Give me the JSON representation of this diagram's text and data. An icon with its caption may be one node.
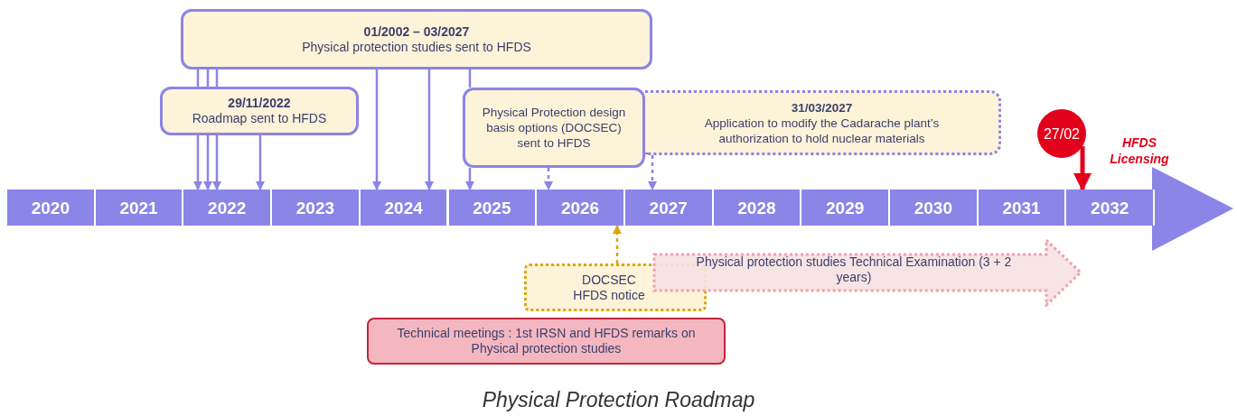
{
  "diagram": {
    "caption": "Physical Protection Roadmap",
    "nodes": [
      {
        "text": [
          "01/2002 – 03/2027",
          "Physical protection studies sent to HFDS"
        ]
      },
      {
        "text": [
          "29/11/2022",
          "Roadmap sent to HFDS"
        ]
      },
      {
        "text": [
          "Physical Protection design basis options (DOCSEC) sent to HFDS"
        ]
      },
      {
        "text": [
          "31/03/2027",
          "Application to modify the Cadarache plant’s authorization to hold nuclear materials"
        ]
      },
      {
        "text": [
          "27/02"
        ],
        "beside": [
          "HFDS Licensing"
        ]
      },
      {
        "text": [
          "2020"
        ]
      },
      {
        "text": [
          "2021"
        ]
      },
      {
        "text": [
          "2022"
        ]
      },
      {
        "text": [
          "2023"
        ]
      },
      {
        "text": [
          "2024"
        ]
      },
      {
        "text": [
          "2025"
        ]
      },
      {
        "text": [
          "2026"
        ]
      },
      {
        "text": [
          "2027"
        ]
      },
      {
        "text": [
          "2028"
        ]
      },
      {
        "text": [
          "2029"
        ]
      },
      {
        "text": [
          "2030"
        ]
      },
      {
        "text": [
          "2031"
        ]
      },
      {
        "text": [
          "2032"
        ]
      },
      {
        "text": [
          "DOCSEC HFDS notice"
        ]
      },
      {
        "text": [
          "Physical protection studies Technical Examination (3 + 2 years)"
        ]
      },
      {
        "text": [
          "Technical meetings : 1st IRSN and HFDS remarks on Physical protection studies"
        ]
      }
    ],
    "edges": [
      {
        "from": 0,
        "to": 1,
        "arrow": "none"
      },
      {
        "from": 0,
        "to": 1,
        "arrow": "none"
      },
      {
        "from": 0,
        "to": 1,
        "arrow": "none"
      },
      {
        "from": 1,
        "to": 7,
        "arrow": "to"
      },
      {
        "from": 1,
        "to": 7,
        "arrow": "to"
      },
      {
        "from": 1,
        "to": 7,
        "arrow": "to"
      },
      {
        "from": 1,
        "to": 7,
        "arrow": "to"
      },
      {
        "from": 0,
        "to": 9,
        "arrow": "to"
      },
      {
        "from": 0,
        "to": 9,
        "arrow": "to"
      },
      {
        "from": 0,
        "to": 2,
        "arrow": "none"
      },
      {
        "from": 2,
        "to": 10,
        "arrow": "to"
      },
      {
        "from": 2,
        "to": 11,
        "arrow": "to",
        "style": "dashed"
      },
      {
        "from": 3,
        "to": 12,
        "arrow": "to",
        "style": "dashed"
      },
      {
        "from": 4,
        "to": 17,
        "arrow": "to",
        "style": "thick",
        "color": "#e3001b"
      },
      {
        "from": 18,
        "to": 11,
        "arrow": "to",
        "style": "dashed",
        "color": "#d9a514"
      }
    ]
  }
}
